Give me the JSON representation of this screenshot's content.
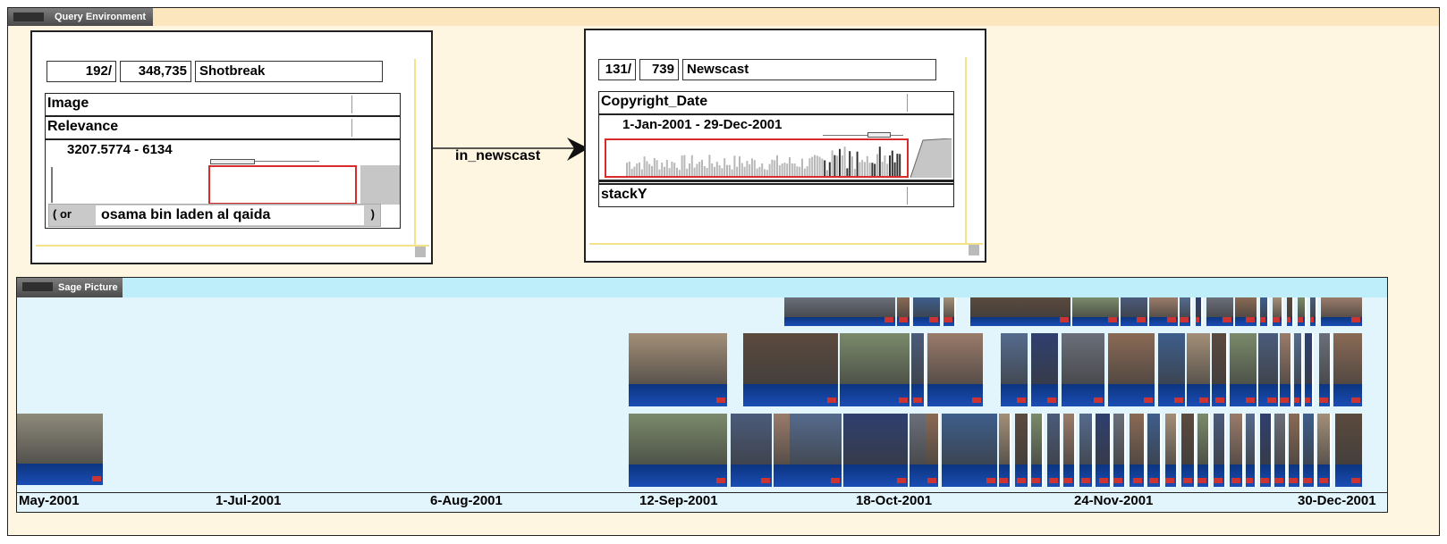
{
  "query_environment": {
    "title": "Query Environment",
    "shotbreak_node": {
      "count": "192/",
      "total": "348,735",
      "name": "Shotbreak",
      "attributes": [
        {
          "label": "Image"
        },
        {
          "label": "Relevance"
        }
      ],
      "relevance_range": {
        "low": "3207.5774",
        "sep": "-",
        "high": "6134"
      },
      "or_clause": {
        "open": "( or",
        "term": "osama bin laden al qaida",
        "close": ")"
      }
    },
    "relation": {
      "label": "in_newscast"
    },
    "newscast_node": {
      "count": "131/",
      "total": "739",
      "name": "Newscast",
      "attributes": [
        {
          "label": "Copyright_Date"
        },
        {
          "label": "stackY"
        }
      ],
      "date_range": {
        "low": "1-Jan-2001",
        "sep": "-",
        "high": "29-Dec-2001"
      }
    }
  },
  "sage_picture": {
    "title": "Sage Picture",
    "axis_labels": [
      "May-2001",
      "1-Jul-2001",
      "6-Aug-2001",
      "12-Sep-2001",
      "18-Oct-2001",
      "24-Nov-2001",
      "30-Dec-2001"
    ],
    "colors": {
      "banner": "#1a4db5",
      "highlight": "#d82c2c",
      "panel_bg": "#e2f5fc"
    }
  }
}
